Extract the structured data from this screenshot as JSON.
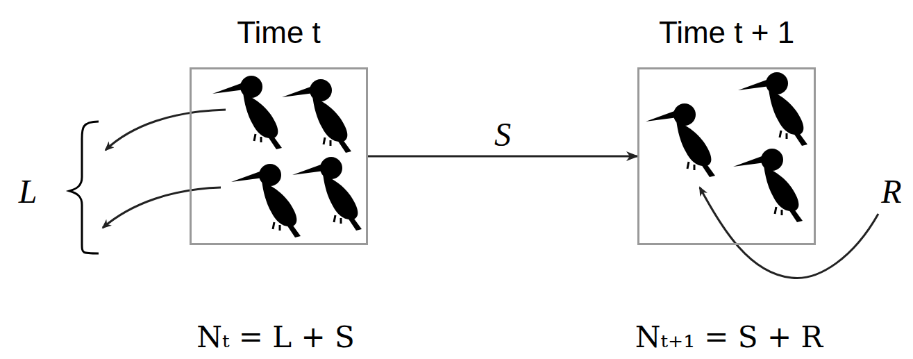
{
  "diagram": {
    "nodes": [
      {
        "text": [
          "Time t"
        ]
      },
      {
        "text": [
          "Time t + 1"
        ]
      }
    ],
    "edges": [
      {
        "from": 0,
        "to": 1,
        "arrow": "to",
        "label": "S"
      }
    ],
    "labels": [
      "L",
      "R",
      "Nₜ = L + S",
      "Nₜ₊₁ = S + R"
    ]
  }
}
